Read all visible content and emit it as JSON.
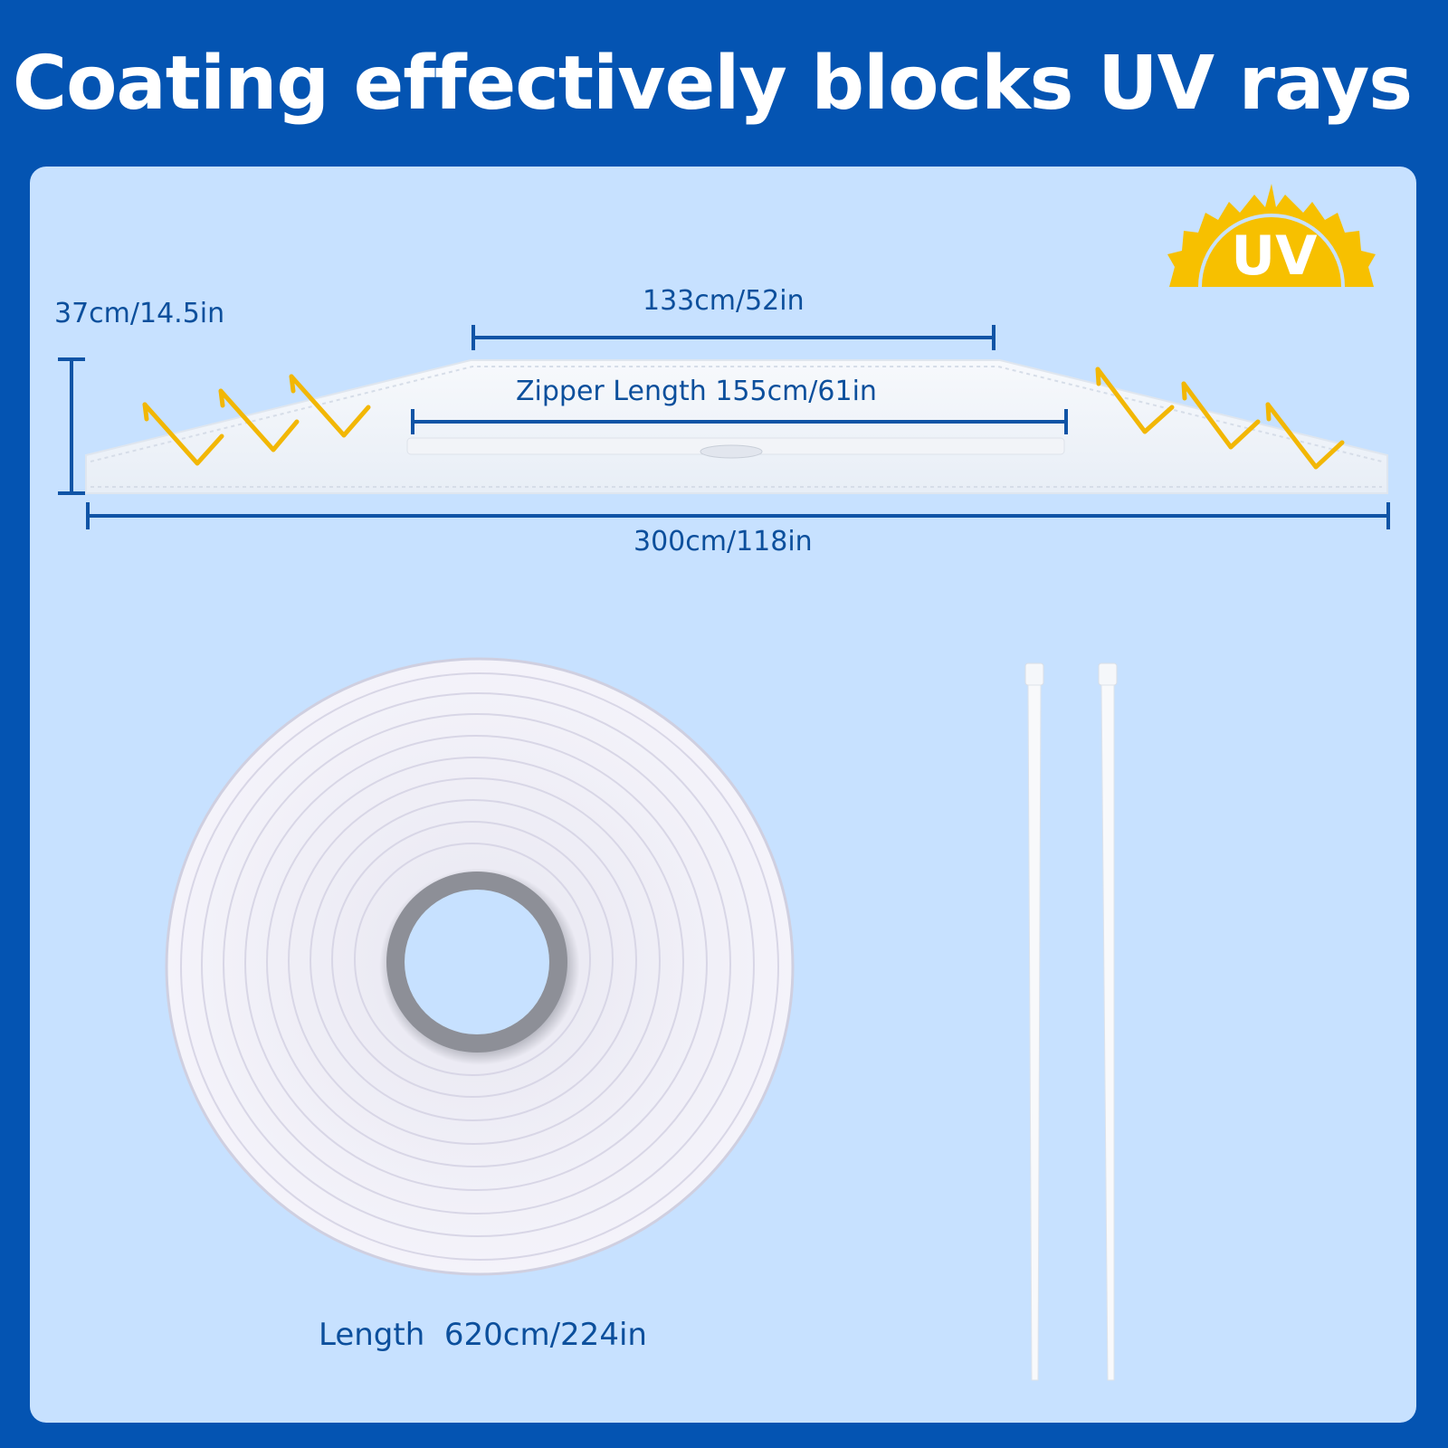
{
  "headline": "Coating effectively blocks UV rays",
  "badge": {
    "text": "UV",
    "icon": "sun-icon",
    "color": "#f7c000"
  },
  "dimensions": {
    "height": "37cm/14.5in",
    "top_width": "133cm/52in",
    "zipper": "Zipper Length 155cm/61in",
    "total_width": "300cm/118in"
  },
  "tape": {
    "length_label": "Length  620cm/224in"
  },
  "colors": {
    "background": "#0454b2",
    "panel": "#c7e1ff",
    "dimension_line": "#1054a6",
    "arrow": "#f2b705"
  }
}
